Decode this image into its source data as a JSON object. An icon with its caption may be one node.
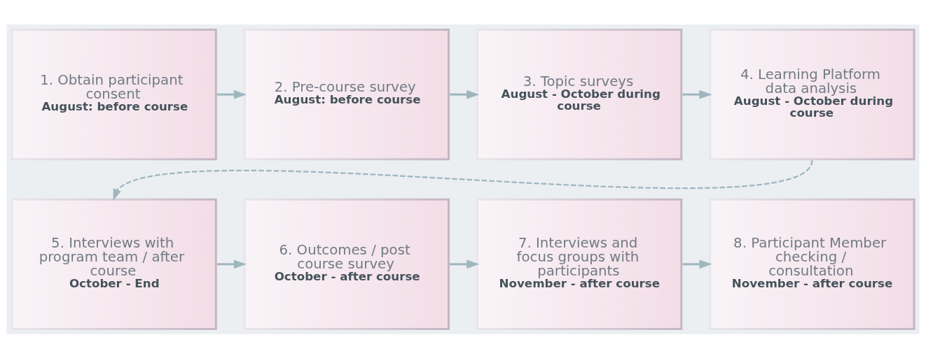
{
  "diagram": {
    "nodes": [
      {
        "text": [
          "1. Obtain participant consent",
          "August: before course"
        ]
      },
      {
        "text": [
          "2. Pre-course survey",
          "August: before course"
        ]
      },
      {
        "text": [
          "3. Topic surveys",
          "August - October during course"
        ]
      },
      {
        "text": [
          "4. Learning Platform data analysis",
          "August - October during course"
        ]
      },
      {
        "text": [
          "5. Interviews with program team / after course",
          "October - End"
        ]
      },
      {
        "text": [
          "6. Outcomes / post course survey",
          "October - after course"
        ]
      },
      {
        "text": [
          "7. Interviews and focus groups with participants",
          "November - after course"
        ]
      },
      {
        "text": [
          "8. Participant Member checking / consultation",
          "November - after course"
        ]
      }
    ],
    "edges": [
      {
        "from": 0,
        "to": 1,
        "arrow": "to"
      },
      {
        "from": 1,
        "to": 2,
        "arrow": "to"
      },
      {
        "from": 2,
        "to": 3,
        "arrow": "to"
      },
      {
        "from": 3,
        "to": 4,
        "arrow": "to",
        "style": "dashed"
      },
      {
        "from": 4,
        "to": 5,
        "arrow": "to"
      },
      {
        "from": 5,
        "to": 6,
        "arrow": "to"
      },
      {
        "from": 6,
        "to": 7,
        "arrow": "to"
      }
    ]
  }
}
